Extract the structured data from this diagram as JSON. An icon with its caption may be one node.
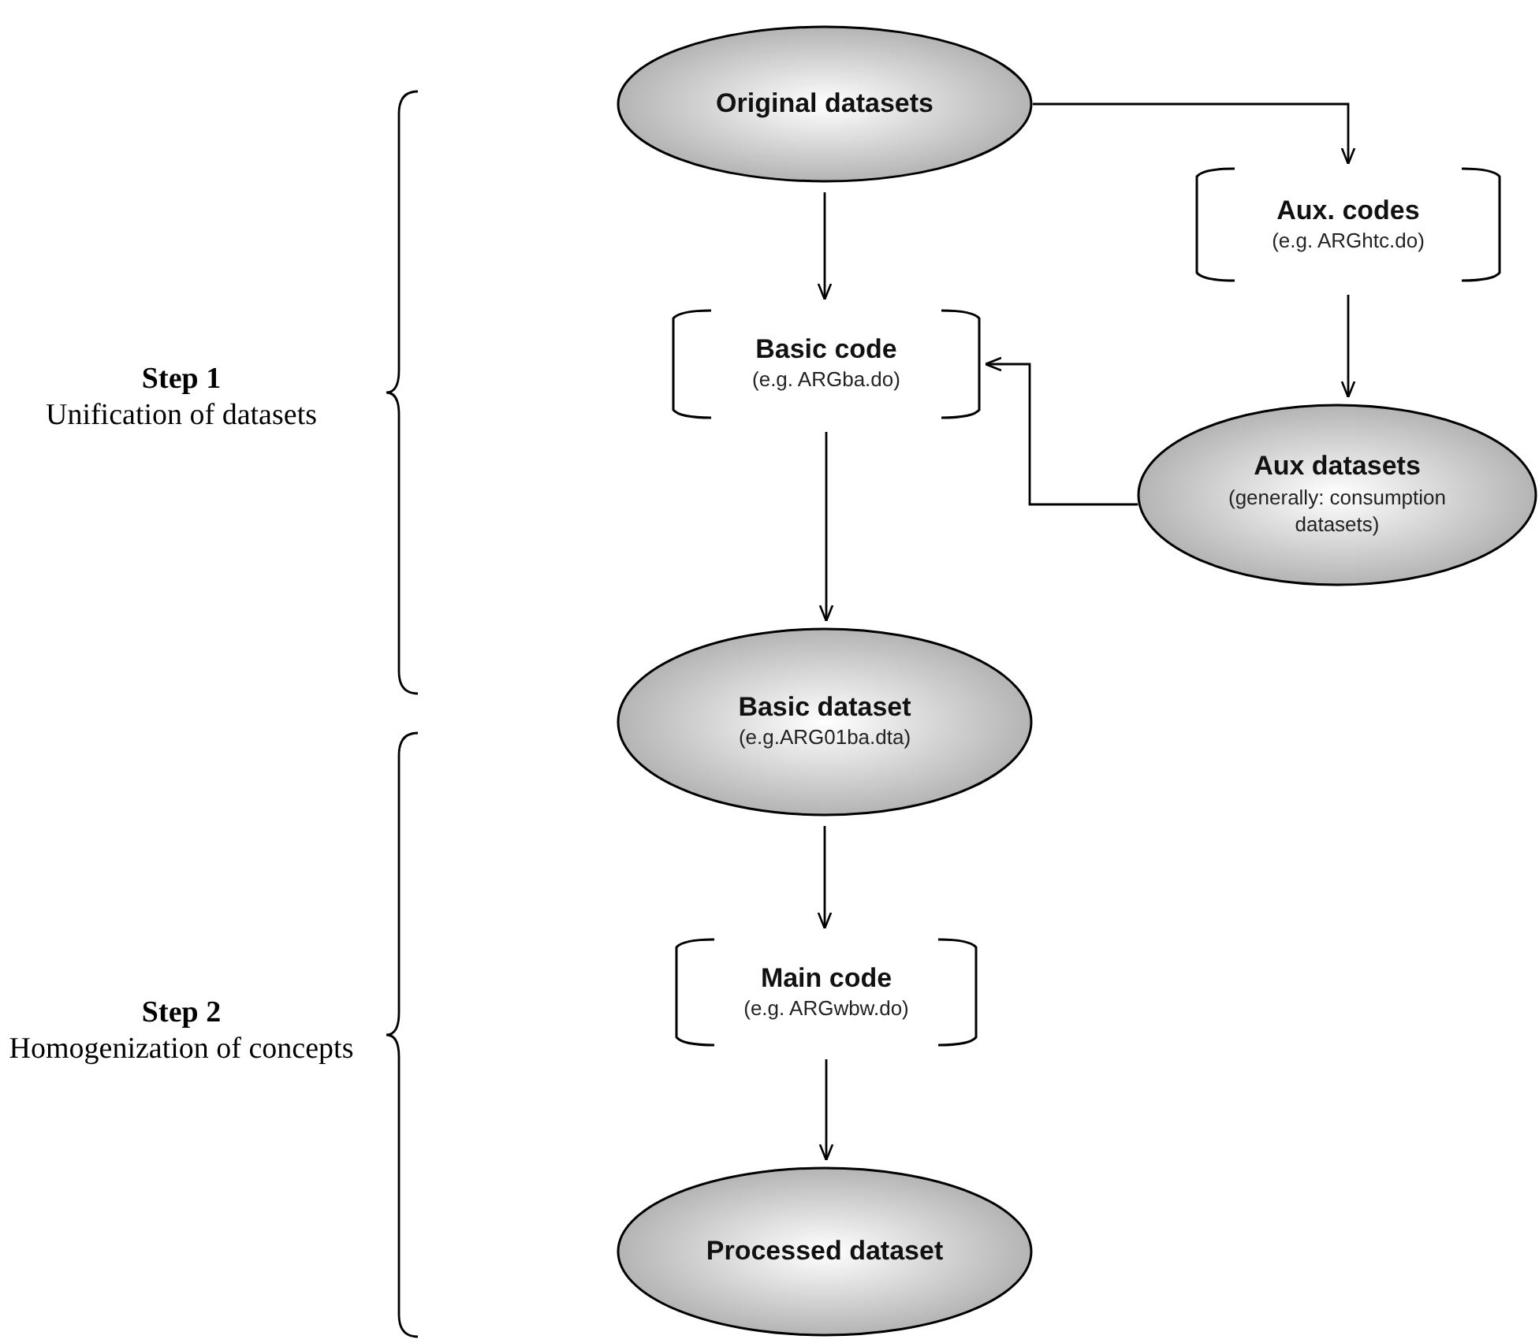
{
  "diagram": {
    "nodes": [
      {
        "text": [
          "Original datasets"
        ]
      },
      {
        "text": [
          "Aux. codes",
          "(e.g. ARGhtc.do)"
        ]
      },
      {
        "text": [
          "Basic code",
          "(e.g. ARGba.do)"
        ]
      },
      {
        "text": [
          "Aux datasets",
          "(generally: consumption datasets)"
        ]
      },
      {
        "text": [
          "Basic dataset",
          "(e.g.ARG01ba.dta)"
        ]
      },
      {
        "text": [
          "Main code",
          "(e.g. ARGwbw.do)"
        ]
      },
      {
        "text": [
          "Processed dataset"
        ]
      }
    ],
    "edges": [
      {
        "from": 0,
        "to": 1,
        "arrow": "to"
      },
      {
        "from": 0,
        "to": 2,
        "arrow": "to"
      },
      {
        "from": 1,
        "to": 3,
        "arrow": "to"
      },
      {
        "from": 3,
        "to": 2,
        "arrow": "to"
      },
      {
        "from": 2,
        "to": 4,
        "arrow": "to"
      },
      {
        "from": 4,
        "to": 5,
        "arrow": "to"
      },
      {
        "from": 5,
        "to": 6,
        "arrow": "to"
      }
    ],
    "labels": [
      "Step 1",
      "Unification of datasets",
      "Step 2",
      "Homogenization of concepts"
    ]
  }
}
